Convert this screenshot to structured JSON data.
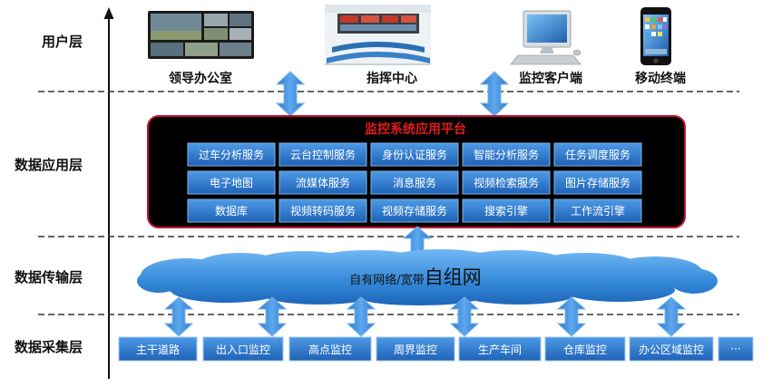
{
  "layers": {
    "user": "用户层",
    "application": "数据应用层",
    "transmission": "数据传输层",
    "collection": "数据采集层"
  },
  "user_terminals": [
    {
      "label": "领导办公室",
      "icon": "video-wall-icon"
    },
    {
      "label": "指挥中心",
      "icon": "command-center-icon"
    },
    {
      "label": "监控客户端",
      "icon": "desktop-computer-icon"
    },
    {
      "label": "移动终端",
      "icon": "mobile-phone-icon"
    }
  ],
  "platform": {
    "title": "监控系统应用平台",
    "services": [
      [
        "过车分析服务",
        "云台控制服务",
        "身份认证服务",
        "智能分析服务",
        "任务调度服务"
      ],
      [
        "电子地图",
        "流媒体服务",
        "消息服务",
        "视频检索服务",
        "图片存储服务"
      ],
      [
        "数据库",
        "视频转码服务",
        "视频存储服务",
        "搜索引擎",
        "工作流引擎"
      ]
    ]
  },
  "network": {
    "prefix": "自有网络/宽带",
    "emphasis": "自组网"
  },
  "collection_points": [
    "主干道路",
    "出入口监控",
    "高点监控",
    "周界监控",
    "生产车间",
    "仓库监控",
    "办公区域监控",
    "···"
  ],
  "colors": {
    "button_blue": "#2a74c9",
    "platform_background": "#000000",
    "platform_border": "#c8102e",
    "platform_title": "#e11b1b",
    "cloud_blue": "#2f80d4"
  }
}
